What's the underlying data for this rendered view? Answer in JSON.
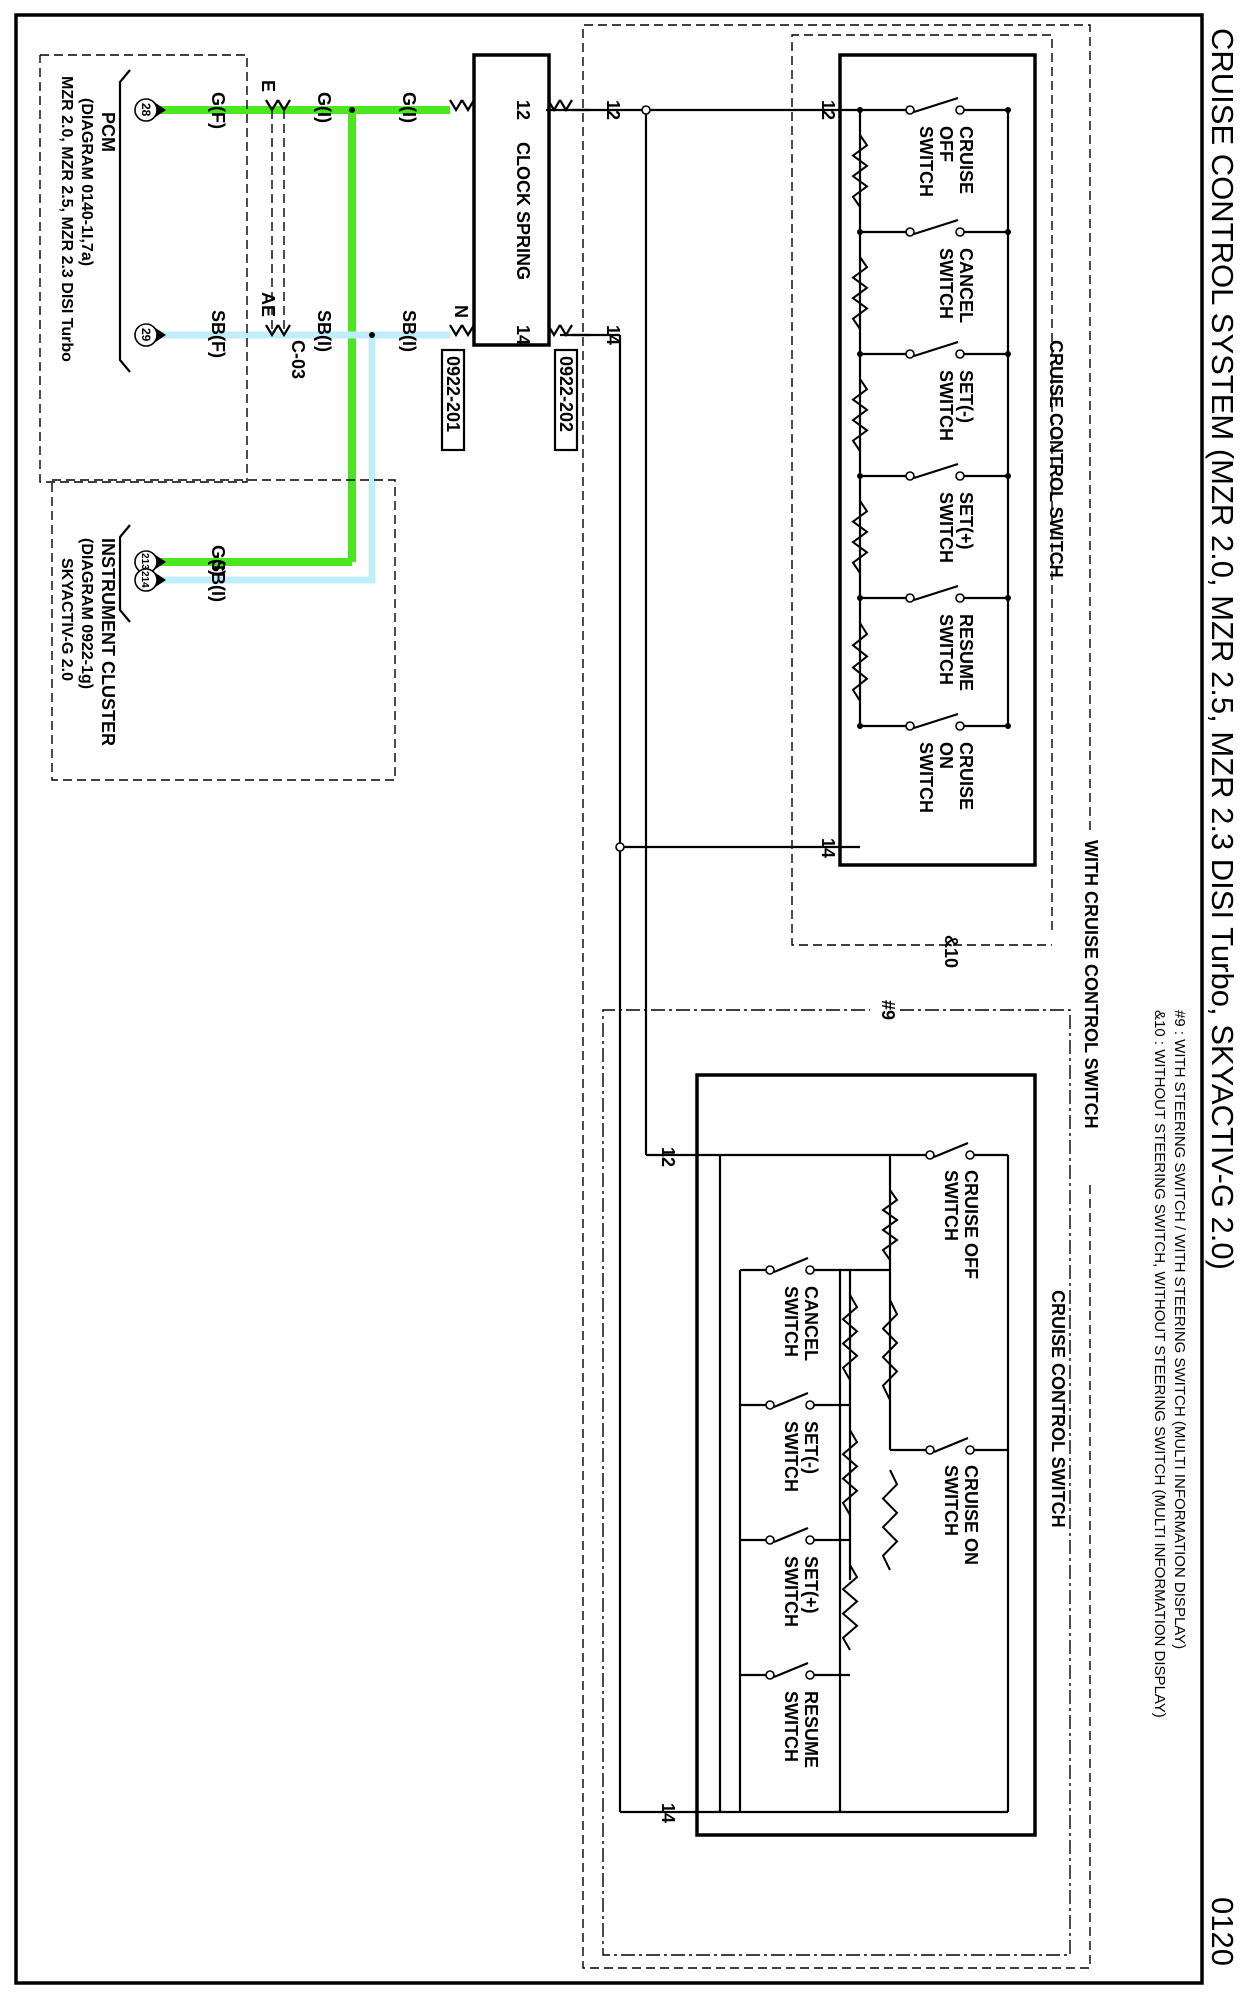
{
  "page": {
    "title": "CRUISE CONTROL SYSTEM (MZR 2.0, MZR 2.5, MZR 2.3 DISI Turbo, SKYACTIV-G 2.0)",
    "page_number": "0120",
    "notes": [
      "#9 : WITH STEERING SWITCH / WITH STEERING SWITCH (MULTI INFORMATION DISPLAY)",
      "&10 : WITHOUT STEERING SWITCH, WITHOUT STEERING SWITCH (MULTI INFORMATION DISPLAY)"
    ]
  },
  "with_cruise_label": "WITH CRUISE CONTROL SWITCH",
  "variant10": {
    "tag": "&10",
    "title": "CRUISE CONTROL SWITCH",
    "pin_a": "12",
    "pin_b": "14",
    "switches": [
      [
        "CRUISE",
        "OFF",
        "SWITCH"
      ],
      [
        "CANCEL",
        "SWITCH"
      ],
      [
        "SET(-)",
        "SWITCH"
      ],
      [
        "SET(+)",
        "SWITCH"
      ],
      [
        "RESUME",
        "SWITCH"
      ],
      [
        "CRUISE",
        "ON",
        "SWITCH"
      ]
    ]
  },
  "variant9": {
    "tag": "#9",
    "title": "CRUISE CONTROL SWITCH",
    "pin_a": "12",
    "pin_b": "14",
    "cruise_off": [
      "CRUISE OFF",
      "SWITCH"
    ],
    "cruise_on": [
      "CRUISE ON",
      "SWITCH"
    ],
    "switches": [
      [
        "CANCEL",
        "SWITCH"
      ],
      [
        "SET(-)",
        "SWITCH"
      ],
      [
        "SET(+)",
        "SWITCH"
      ],
      [
        "RESUME",
        "SWITCH"
      ]
    ]
  },
  "clock_spring": {
    "label": "CLOCK SPRING",
    "pin_12": "12",
    "pin_14": "14",
    "connector_n": "N",
    "ref_upper": "0922-202",
    "ref_lower": "0922-201",
    "out_pin_12": "12",
    "out_pin_14": "14"
  },
  "wires": {
    "g_i": "G(I)",
    "sb_i": "SB(I)",
    "g_f": "G(F)",
    "sb_f": "SB(F)",
    "conn_e": "E",
    "conn_ae": "AE",
    "conn_c03": "C-03"
  },
  "pcm": {
    "pin_28": "28",
    "pin_29": "29",
    "lines": [
      "PCM",
      "(DIAGRAM 0140-1I,7a)",
      "MZR 2.0, MZR 2.5, MZR 2.3 DISI Turbo"
    ]
  },
  "cluster": {
    "pin_213": "213",
    "pin_214": "214",
    "lines": [
      "INSTRUMENT CLUSTER",
      "(DIAGRAM 0922-1g)",
      "SKYACTIV-G 2.0"
    ]
  },
  "colors": {
    "green_wire": "#4be61d",
    "sb_wire": "#bfeefa",
    "line": "#000000"
  }
}
